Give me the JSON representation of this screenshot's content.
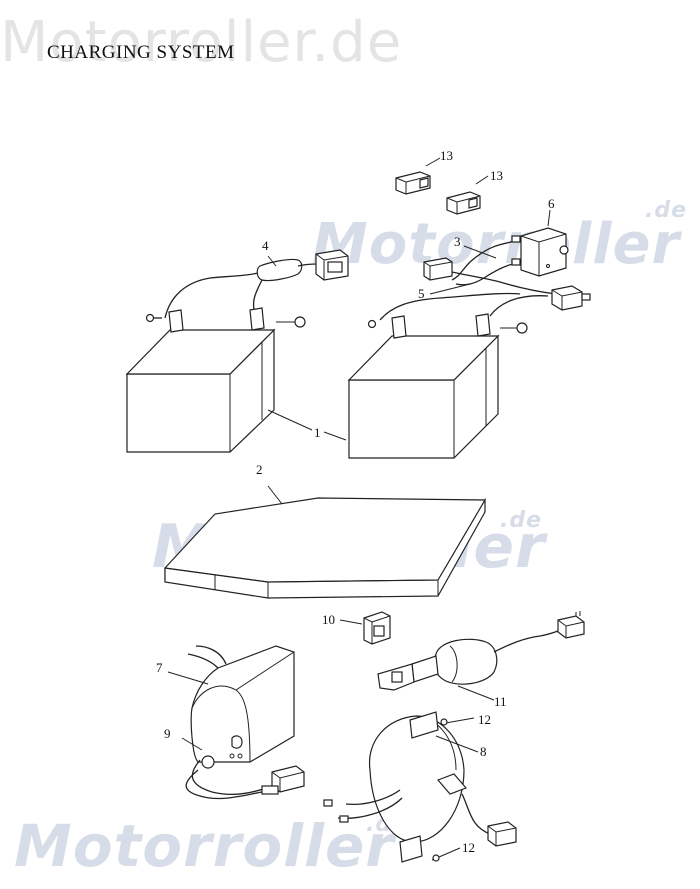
{
  "title": "CHARGING  SYSTEM",
  "watermark": {
    "brand": "Motorroller",
    "top_left": "Motorroller.de",
    "suffix": ".de"
  },
  "callouts": [
    {
      "id": "c1",
      "label": "1"
    },
    {
      "id": "c2",
      "label": "2"
    },
    {
      "id": "c3",
      "label": "3"
    },
    {
      "id": "c4",
      "label": "4"
    },
    {
      "id": "c5",
      "label": "5"
    },
    {
      "id": "c6",
      "label": "6"
    },
    {
      "id": "c7",
      "label": "7"
    },
    {
      "id": "c8",
      "label": "8"
    },
    {
      "id": "c9",
      "label": "9"
    },
    {
      "id": "c10",
      "label": "10"
    },
    {
      "id": "c11",
      "label": "11"
    },
    {
      "id": "c12a",
      "label": "12"
    },
    {
      "id": "c12b",
      "label": "12"
    },
    {
      "id": "c13a",
      "label": "13"
    },
    {
      "id": "c13b",
      "label": "13"
    }
  ],
  "colors": {
    "line": "#222222",
    "watermark": "#d7dde8",
    "background": "#ffffff"
  }
}
